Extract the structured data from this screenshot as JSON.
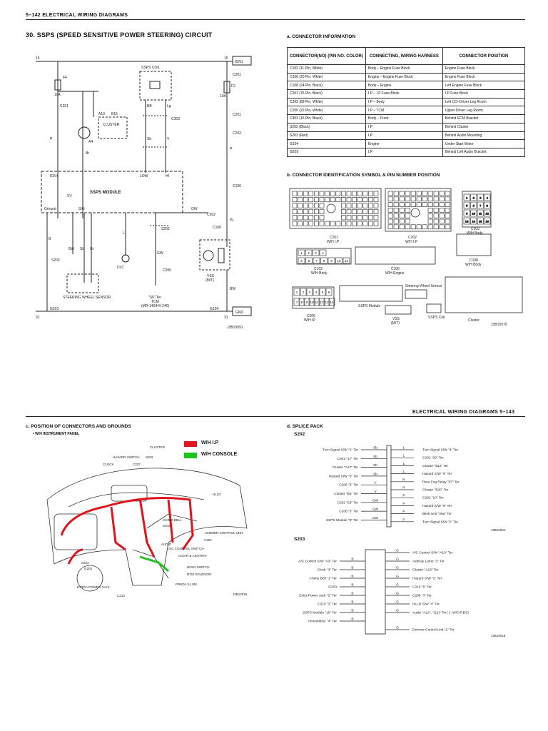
{
  "page_top": {
    "header": "5–142  ELECTRICAL WIRING DIAGRAMS",
    "title": "30. SSPS (SPEED SENSITIVE POWER STEERING) CIRCUIT"
  },
  "page_bottom": {
    "header": "ELECTRICAL WIRING DIAGRAMS  5–143"
  },
  "circuit": {
    "rail_left_top": "15",
    "rail_right_top": "15",
    "ign": "IGN1",
    "rail_left_bottom": "31",
    "rail_right_bottom": "31",
    "gnd": "GND",
    "fuse_f4": "F4",
    "fuse_f4_amp": "10A",
    "fuse_f2": "F2",
    "fuse_f2_amp": "10A",
    "ssps_coil": "SSPS COIL",
    "cluster": "CLUSTER",
    "ssps_module": "SSPS MODULE",
    "steering_wheel_sensor": "STEERING WHEEL SENSOR",
    "dlc": "DLC",
    "vss": "VSS",
    "vss_mt": "(M/T)",
    "tcm_ter": "\"S6\" Ter",
    "tcm": "TCM",
    "tcm_model": "(MR-140/HV-240)",
    "code": "J3B15091",
    "ign_plus": "IGN+",
    "low": "LOW",
    "hi": "HI",
    "ground": "Ground",
    "sv": "SV",
    "sig": "SIG",
    "c201": "C201",
    "c202": "C202",
    "c106": "C106",
    "c108": "C108",
    "c303": "C303",
    "c206": "C206",
    "s203": "S203",
    "s202": "S202",
    "g203": "G203",
    "g104": "G104",
    "w_p": "P",
    "w_br": "Br",
    "w_b": "B",
    "w_bw": "BW",
    "w_sb": "Sb",
    "w_gr": "Gr",
    "w_l": "L",
    "w_gw": "GW",
    "w_pl": "PL",
    "w_v": "V",
    "w_bb": "BB",
    "w_lg": "Lg",
    "pin_a19": "A19",
    "pin_b15": "B15",
    "pin_a4": "A4"
  },
  "connector_info": {
    "heading": "a. CONNECTOR INFORMATION",
    "columns": [
      "CONNECTOR(NO) (PIN NO. COLOR)",
      "CONNECTING, WIRING HARNESS",
      "CONNECTOR POSITION"
    ],
    "rows": [
      [
        "C102 (11 Pin, White)",
        "Body – Engine Fuse Block",
        "Engine Fuse Block"
      ],
      [
        "C106 (20 Pin, White)",
        "Engine – Engine Fuse Block",
        "Engine Fuse Block"
      ],
      [
        "C108 (24 Pin, Black)",
        "Body – Engine",
        "Left Engine Fuse Block"
      ],
      [
        "C201 (76 Pin, Black)",
        "I.P – I.P Fuse Block",
        "I.P Fuse Block"
      ],
      [
        "C202 (89 Pin, White)",
        "I.P – Body",
        "Left CO–Driver Leg Room"
      ],
      [
        "C206 (22 Pin, White)",
        "I.P – TCM",
        "Upper Driver Leg Room"
      ],
      [
        "C303 (16 Pin, Black)",
        "Body – Front",
        "Behind ECM Bracket"
      ],
      [
        "S202 (Black)",
        "I.P",
        "Behind Cluster"
      ],
      [
        "S203 (Red)",
        "I.P",
        "Behind Audio Mounting"
      ],
      [
        "G104",
        "Engine",
        "Under Start Motor"
      ],
      [
        "G203",
        "I.P",
        "Behind Left Audio Bracket"
      ]
    ]
  },
  "identification": {
    "heading": "b. CONNECTOR IDENTIFICATION SYMBOL & PIN NUMBER POSITION",
    "c201": "C201",
    "c201_sub": "W/H I.P",
    "c202": "C202",
    "c202_sub": "W/H I.P",
    "c303": "C303",
    "c303_sub": "W/H Body",
    "c102": "C102",
    "c102_sub": "W/H Body",
    "c106": "C106",
    "c106_sub": "W/H Engine",
    "c108": "C108",
    "c108_sub": "W/H Body",
    "c206": "C206",
    "c206_sub": "W/H IP",
    "ssps_module": "SSPS Module",
    "vss": "VSS",
    "vss_sub": "(M/T)",
    "sws": "Steering Wheel Sensor",
    "ssps_coil": "SSPS Coil",
    "cluster": "Cluster",
    "code": "J3B15070",
    "c303_pins": [
      "1",
      "2",
      "3",
      "4",
      "5",
      "6",
      "7",
      "8",
      "9",
      "10",
      "11",
      "12",
      "13",
      "14",
      "15",
      "16"
    ],
    "c102_pins": [
      "1",
      "2",
      "3",
      "4",
      "5",
      "6",
      "7",
      "8",
      "9",
      "10",
      "11"
    ],
    "c206_pins": [
      "1",
      "2",
      "3",
      "4",
      "5",
      "6",
      "7",
      "8",
      "9",
      "10",
      "11",
      "12",
      "13",
      "14"
    ]
  },
  "position": {
    "heading": "c. POSITION OF CONNECTORS AND GROUNDS",
    "sub": "•  W/H INSTRUMENT PANEL",
    "legend_ip": "W/H I.P",
    "legend_console": "W/H CONSOLE",
    "ip_color": "#e0141c",
    "console_color": "#1fc21f",
    "labels": [
      "CLUSTER",
      "HAZARD SWITCH",
      "S202",
      "C207",
      "CLOCK",
      "HLLD",
      "DIMMER CONTROL UNIT",
      "CHIME BELL",
      "S203",
      "C202",
      "AUDIO",
      "A/C CONTROL SWITCH",
      "CIGAR & ASHTRAY",
      "S204",
      "G203",
      "HOLD SWITCH",
      "BTSI SOLENOID",
      "EXTRA POWER JACK",
      "C210",
      "PRNDL ILLUM."
    ],
    "code": "J3B12026"
  },
  "splice": {
    "heading": "d. SPLICE PACK",
    "s202": "S202",
    "s202_left": [
      "Turn Signal S/W \"1\" Ter",
      "C202 \"17\" Ter",
      "Cluster \"A17\" Ter",
      "Hazard S/W \"3\" Ter",
      "C206 \"3\" Ter",
      "Cluster \"B5\" Ter",
      "C202 \"53\" Ter",
      "C208 \"5\" Ter",
      "SSPS Module \"8\" Ter"
    ],
    "s202_lw": [
      "Sb",
      "Sb",
      "Sb",
      "Sb",
      "V",
      "V",
      "GW",
      "GW",
      "GW"
    ],
    "s202_right": [
      "Turn Signal S/W \"3\" Ter",
      "C202 \"20\" Ter",
      "Cluster \"B11\" Ter",
      "Hazard S/W \"6\" Ter",
      "Rear Fog Relay \"87\" Ter",
      "Cluster \"B20\" Ter",
      "C202 \"10\" Ter",
      "Hazard S/W \"9\" Ter",
      "Blink Unit \"49a\" Ter",
      "Turn Signal S/W \"2\" Ter"
    ],
    "s202_rw": [
      "L",
      "L",
      "L",
      "L",
      "R",
      "R",
      "P",
      "P",
      "P",
      "P"
    ],
    "s202_code": "J3B15004",
    "s203": "S203",
    "s203_left": [
      "A/C Control S/W \"A3\" Ter",
      "Clock \"3\" Ter",
      "Chime Bell \"1\" Ter",
      "G203",
      "Extra Power Jack \"2\" Ter",
      "C210 \"2\" Ter",
      "SSPS Module \"10\" Ter",
      "Immobilizer \"4\" Ter"
    ],
    "s203_right": [
      "A/C Control S/W \"A10\" Ter",
      "Ashtray Lamp \"2\" Ter",
      "Cluster \"A23\" Ter",
      "Hazard S/W \"2\" Ter",
      "C210 \"6\" Ter",
      "C208 \"3\" Ter",
      "HLLD S/W \"4\" Ter",
      "Audio \"A12\", \"(11)\" Ter)  ( : W/O RDS)",
      "Dimmer Control Unit \"1\" Ter"
    ],
    "s203_lw": "B",
    "s203_rw": "G",
    "s203_code": "J3B15018"
  }
}
